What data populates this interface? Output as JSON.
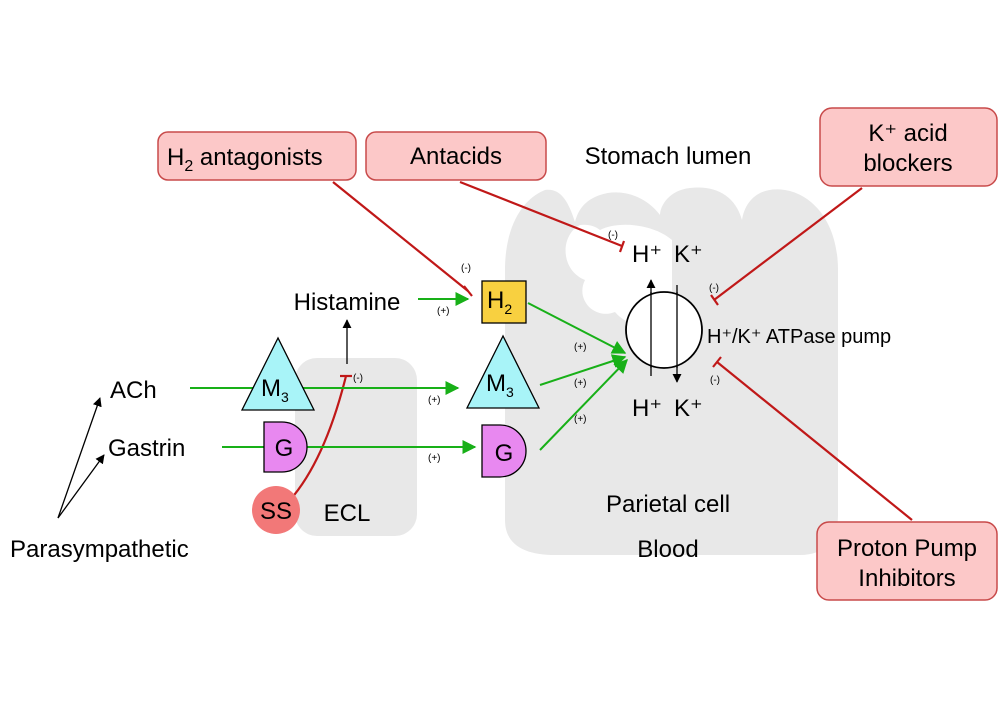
{
  "labels": {
    "stomach_lumen": "Stomach lumen",
    "parietal_cell": "Parietal cell",
    "blood": "Blood",
    "ecl": "ECL",
    "histamine": "Histamine",
    "ach": "ACh",
    "gastrin": "Gastrin",
    "parasympathetic": "Parasympathetic",
    "pump": "H⁺/K⁺ ATPase pump",
    "h_top": "H⁺",
    "k_top": "K⁺",
    "h_bottom": "H⁺",
    "k_bottom": "K⁺"
  },
  "drugs": {
    "h2_antagonists": {
      "main": "H",
      "sub": "2",
      "rest": " antagonists"
    },
    "antacids": "Antacids",
    "k_acid_blockers": {
      "line1": "K⁺ acid",
      "line2": "blockers"
    },
    "ppi": {
      "line1": "Proton Pump",
      "line2": "Inhibitors"
    }
  },
  "receptors": {
    "m3": {
      "main": "M",
      "sub": "3"
    },
    "h2": {
      "main": "H",
      "sub": "2"
    },
    "g": "G",
    "ss": "SS"
  },
  "signs": {
    "plus": "(+)",
    "minus": "(-)"
  },
  "colors": {
    "drug_box_fill": "#fcc8c8",
    "drug_box_stroke": "#c84a4a",
    "inhibit_line": "#c01818",
    "stimulate_line": "#18b018",
    "m3_fill": "#a8f4f8",
    "h2_fill": "#f8d040",
    "g_fill": "#e888f0",
    "ss_fill": "#f27878",
    "cell_fill": "#e8e8e8"
  }
}
